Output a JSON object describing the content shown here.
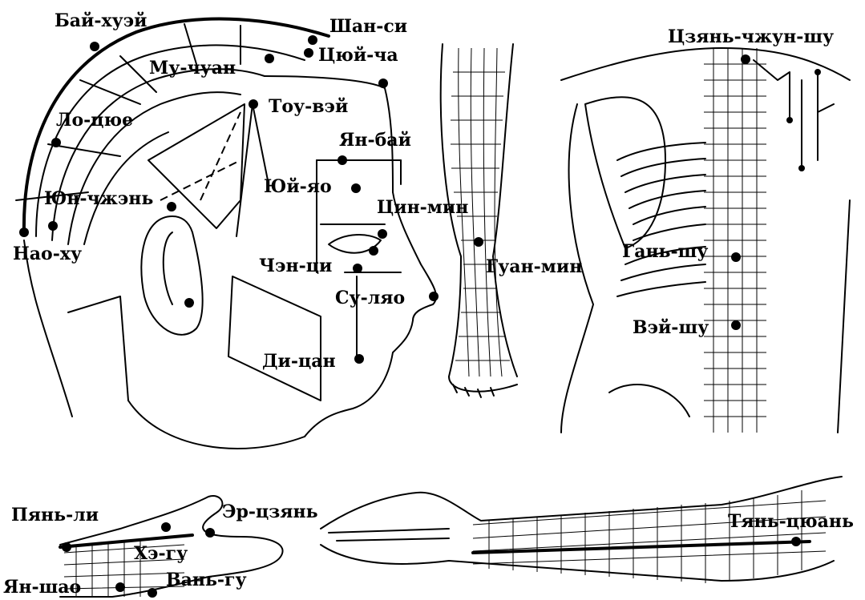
{
  "labels": {
    "bai_hui": "Бай-хуэй",
    "shan_si": "Шан-си",
    "cyui_cha": "Цюй-ча",
    "mu_chuan": "Му-чуан",
    "tou_vei": "Тоу-вэй",
    "lo_cyue": "Ло-цюе",
    "yan_bai": "Ян-бай",
    "yun_chzhen": "Юн-чжэнь",
    "yui_yao": "Юй-яо",
    "cin_min": "Цин-мин",
    "nao_hu": "Нао-ху",
    "chen_ci": "Чэн-ци",
    "guan_min": "Гуан-мин",
    "su_lyao": "Су-ляо",
    "di_can": "Ди-цан",
    "czyan_chzhun_shu": "Цзянь-чжун-шу",
    "gan_shu": "Гань-шу",
    "vei_shu": "Вэй-шу",
    "pyan_li": "Пянь-ли",
    "er_czyan": "Эр-цзянь",
    "he_gu": "Хэ-гу",
    "yan_shao": "Ян-шао",
    "van_gu": "Вань-гу",
    "tyan_cyuan": "Тянь-цюань"
  }
}
